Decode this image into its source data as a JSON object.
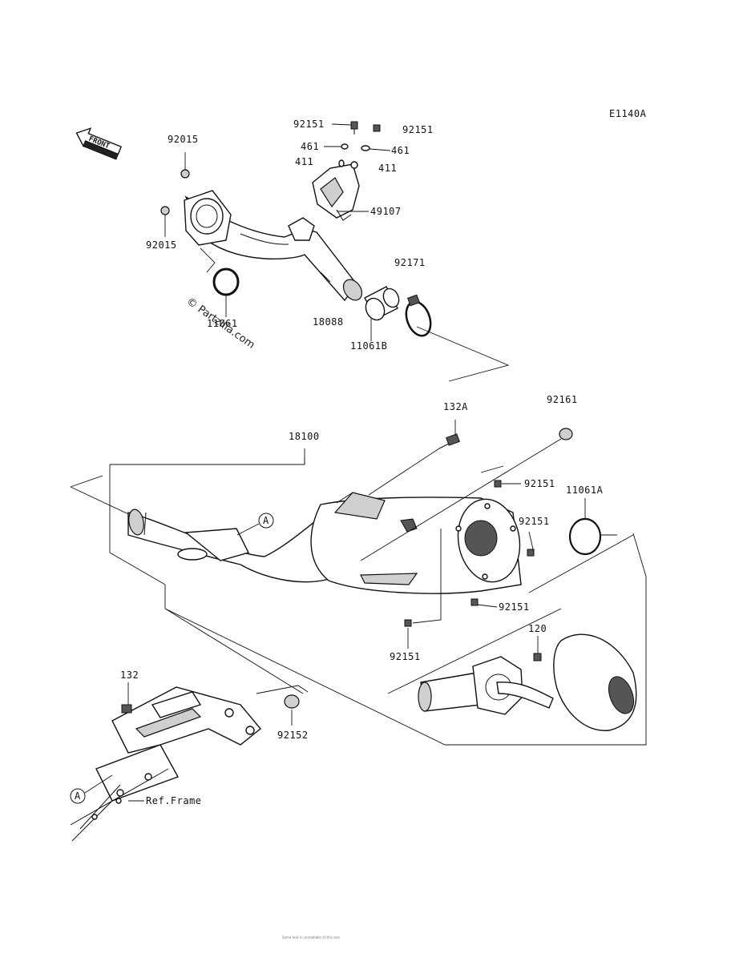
{
  "diagram_code": "E1140A",
  "front_label": "FRONT",
  "watermark": "© Partzilla.com",
  "ref_frame": "Ref.Frame",
  "circle_ref": "A",
  "footer_text": "Some text is unreadable at this size",
  "labels": {
    "p92151_a": "92151",
    "p92151_b": "92151",
    "p461_a": "461",
    "p461_b": "461",
    "p411_a": "411",
    "p411_b": "411",
    "p92015_a": "92015",
    "p92015_b": "92015",
    "p49107": "49107",
    "p92171": "92171",
    "p11061": "11061",
    "p18088": "18088",
    "p11061B": "11061B",
    "p132A": "132A",
    "p92161": "92161",
    "p18100": "18100",
    "p92151_c": "92151",
    "p11061A": "11061A",
    "p92151_d": "92151",
    "p92151_e": "92151",
    "p92151_f": "92151",
    "p120": "120",
    "p132": "132",
    "p92152": "92152"
  }
}
